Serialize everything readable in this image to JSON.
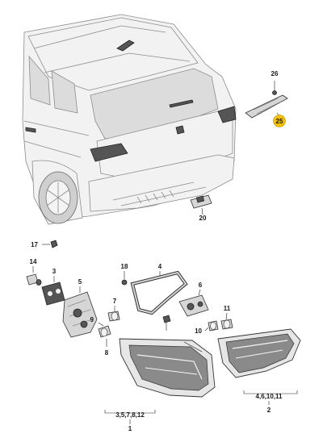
{
  "colors": {
    "highlight": "#f2c200",
    "part_fill": "#d6d6d6",
    "outline": "#333333"
  },
  "callouts": {
    "n26": "26",
    "n25": "25",
    "n20": "20",
    "n17": "17",
    "n14": "14",
    "n3": "3",
    "n5": "5",
    "n18": "18",
    "n4": "4",
    "n6": "6",
    "n7": "7",
    "n9": "9",
    "n8": "8",
    "n10": "10",
    "n11": "11",
    "g_left": "3,5,7,8,12",
    "n1": "1",
    "g_right": "4,6,10,11",
    "n2": "2"
  }
}
